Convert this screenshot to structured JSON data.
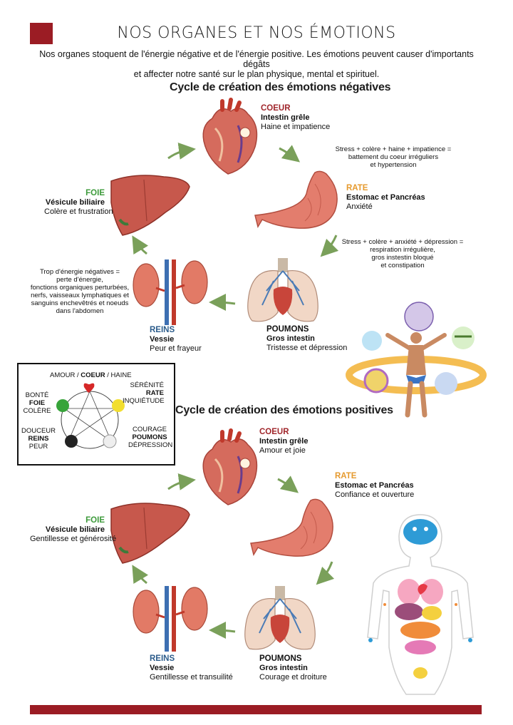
{
  "header": {
    "title": "NOS ORGANES ET NOS ÉMOTIONS",
    "intro_line1": "Nos organes stoquent de l'énergie négative et de l'énergie positive. Les émotions peuvent causer d'importants dégâts",
    "intro_line2": "et affecter notre santé sur le plan physique, mental et spirituel."
  },
  "negative_cycle": {
    "title": "Cycle de création des émotions négatives",
    "coeur": {
      "name": "COEUR",
      "organ": "Intestin grêle",
      "emotion": "Haine et impatience"
    },
    "rate": {
      "name": "RATE",
      "organ": "Estomac et Pancréas",
      "emotion": "Anxiété"
    },
    "foie": {
      "name": "FOIE",
      "organ": "Vésicule biliaire",
      "emotion": "Colère et frustration"
    },
    "reins": {
      "name": "REINS",
      "organ": "Vessie",
      "emotion": "Peur et frayeur"
    },
    "poumons": {
      "name": "POUMONS",
      "organ": "Gros intestin",
      "emotion": "Tristesse et dépression"
    },
    "note_rate": [
      "Stress + colère + haine + impatience =",
      "battement du coeur irréguliers",
      "et hypertension"
    ],
    "note_poumons": [
      "Stress + colère + anxiété + dépression =",
      "respiration irrégulière,",
      "gros instestin bloqué",
      "et constipation"
    ],
    "note_reins": [
      "Trop d'énergie négatives =",
      "perte d'énergie,",
      "fonctions organiques perturbées,",
      "nerfs, vaisseaux lymphatiques et",
      "sanguins enchevêtrés et noeuds",
      "dans l'abdomen"
    ]
  },
  "positive_cycle": {
    "title": "Cycle de création des émotions positives",
    "coeur": {
      "name": "COEUR",
      "organ": "Intestin grêle",
      "emotion": "Amour et joie"
    },
    "rate": {
      "name": "RATE",
      "organ": "Estomac et Pancréas",
      "emotion": "Confiance et ouverture"
    },
    "foie": {
      "name": "FOIE",
      "organ": "Vésicule biliaire",
      "emotion": "Gentillesse et générosité"
    },
    "reins": {
      "name": "REINS",
      "organ": "Vessie",
      "emotion": "Gentillesse et transuilité"
    },
    "poumons": {
      "name": "POUMONS",
      "organ": "Gros intestin",
      "emotion": "Courage et droiture"
    }
  },
  "legend": {
    "top": {
      "a": "AMOUR / ",
      "b": "COEUR",
      "c": " / HAINE"
    },
    "right_top": [
      "SÉRÉNITÉ",
      "RATE",
      "INQUIÉTUDE"
    ],
    "left_top": [
      "BONTÉ",
      "FOIE",
      "COLÈRE"
    ],
    "left_bottom": [
      "DOUCEUR",
      "REINS",
      "PEUR"
    ],
    "right_bottom": [
      "COURAGE",
      "POUMONS",
      "DÉPRESSION"
    ]
  },
  "colors": {
    "brand": "#9b1c24",
    "coeur": "#a0262b",
    "rate": "#e69a2e",
    "foie": "#3c9a3a",
    "reins": "#2d5d8c",
    "arrow": "#7aa05a"
  }
}
